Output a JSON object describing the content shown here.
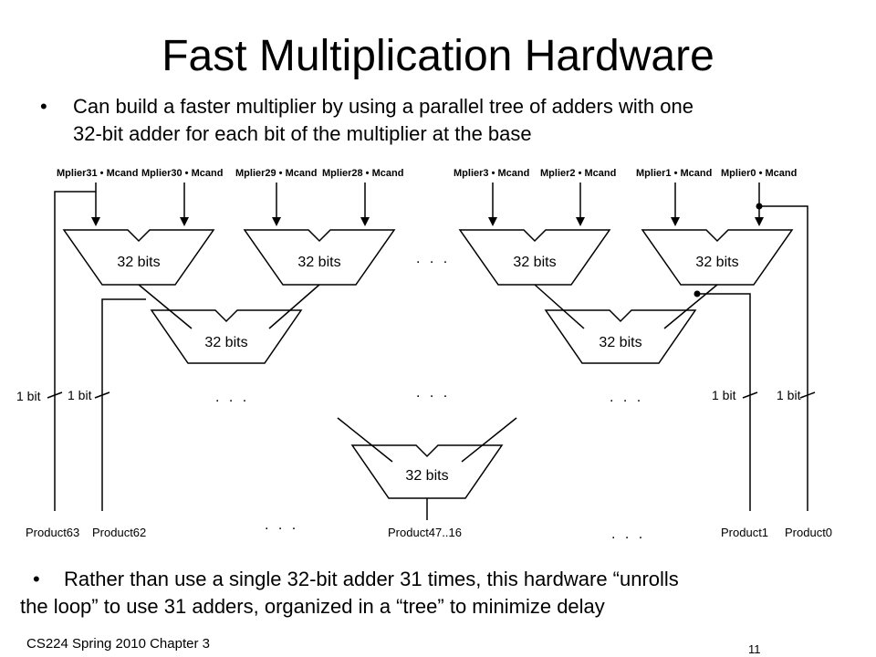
{
  "slide": {
    "title": "Fast Multiplication Hardware",
    "bullet1": {
      "dot": "•",
      "line1": "Can build a faster multiplier by using a parallel tree of adders with one",
      "line2": "32-bit adder for each bit of the multiplier at the base"
    },
    "bullet2": {
      "dot": "•",
      "line1": "Rather than use a single 32-bit adder 31 times, this hardware “unrolls",
      "line2": "the loop” to use 31 adders, organized in a “tree” to minimize delay"
    },
    "footer_left": "CS224 Spring 2010 Chapter 3",
    "page_number": "11"
  },
  "diagram": {
    "inputs": [
      "Mplier31 • Mcand",
      "Mplier30 • Mcand",
      "Mplier29 • Mcand",
      "Mplier28 • Mcand",
      "Mplier3 • Mcand",
      "Mplier2 • Mcand",
      "Mplier1 • Mcand",
      "Mplier0 • Mcand"
    ],
    "adder_label": "32 bits",
    "ellipsis": ". . .",
    "side_labels": [
      "1 bit",
      "1 bit",
      "1 bit",
      "1 bit"
    ],
    "outputs": [
      "Product63",
      "Product62",
      "Product47..16",
      "Product1",
      "Product0"
    ]
  }
}
